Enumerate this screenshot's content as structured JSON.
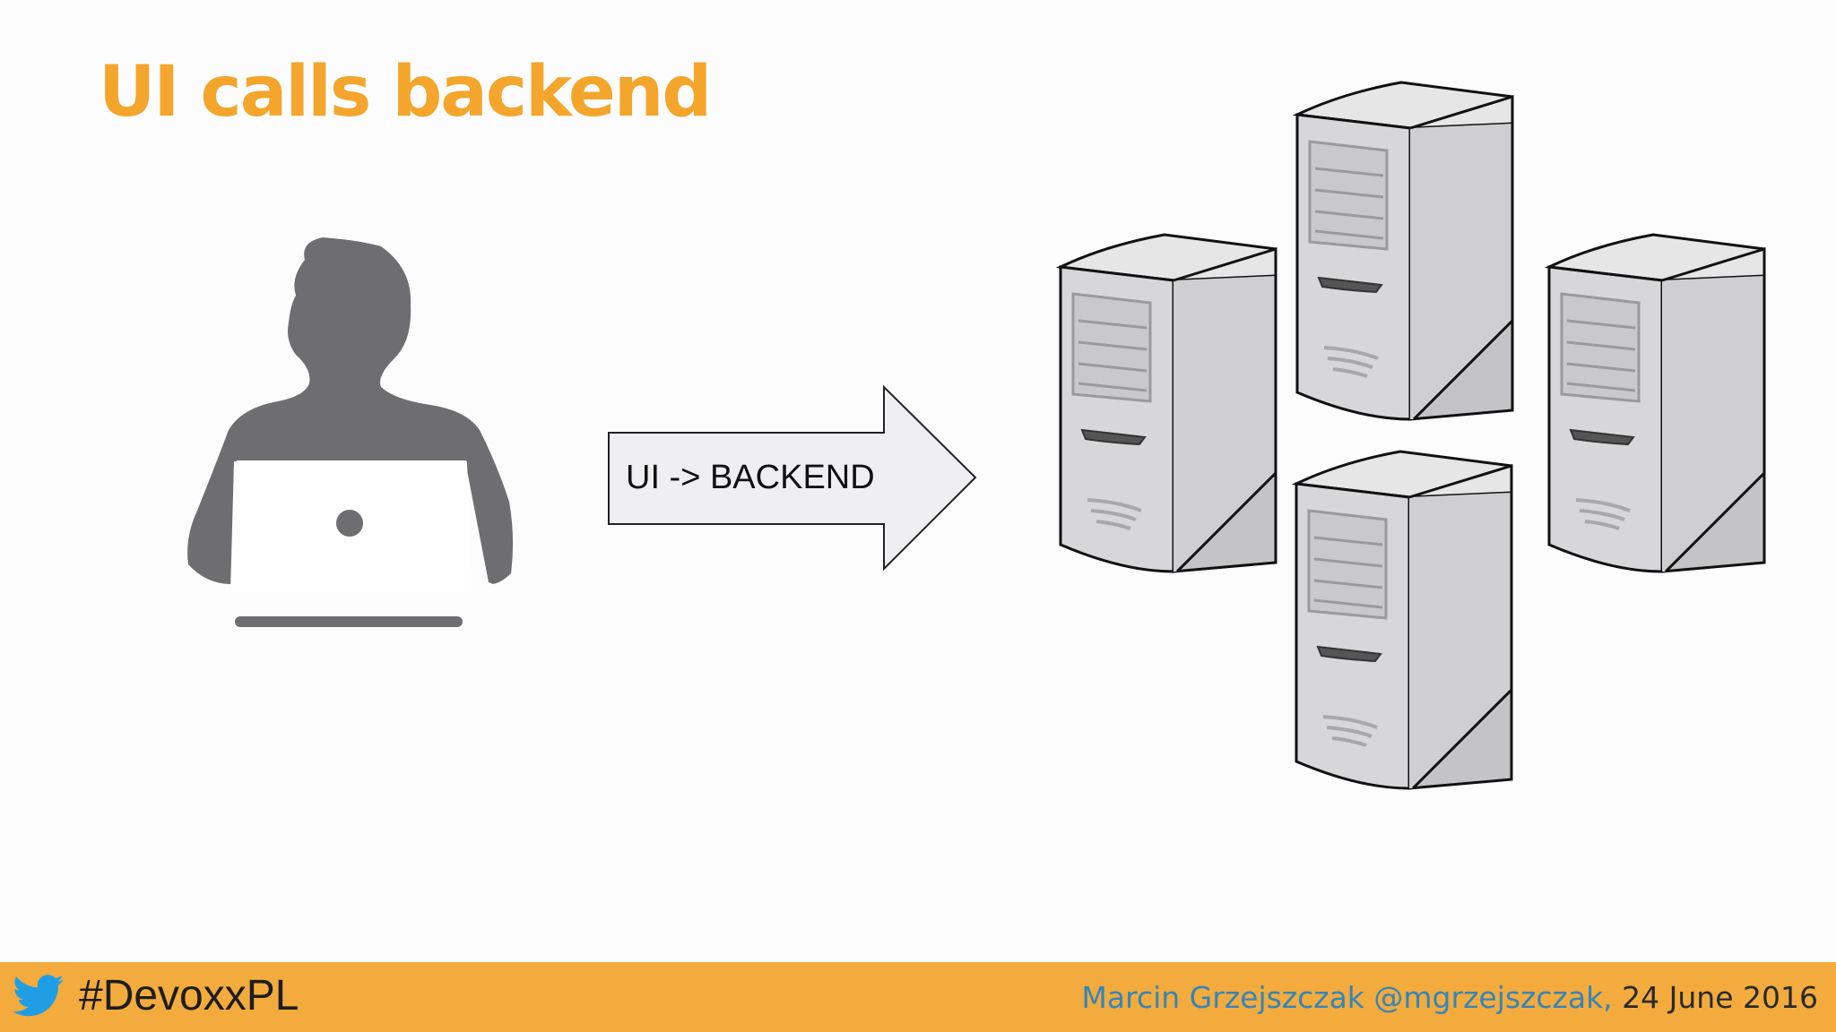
{
  "slide": {
    "title": "UI calls backend"
  },
  "diagram": {
    "arrow_label": "UI -> BACKEND",
    "icons": [
      "person-with-laptop-icon",
      "server-tower-icon",
      "server-tower-icon",
      "server-tower-icon",
      "server-tower-icon"
    ]
  },
  "footer": {
    "hashtag": "#DevoxxPL",
    "author": "Marcin Grzejszczak @mgrzejszczak,",
    "date": "24 June 2016"
  },
  "colors": {
    "title": "#f4a52c",
    "footer_bg": "#f3ab3d",
    "author": "#3585b8",
    "person": "#6e6d6f",
    "server": "#d3d3d5"
  }
}
